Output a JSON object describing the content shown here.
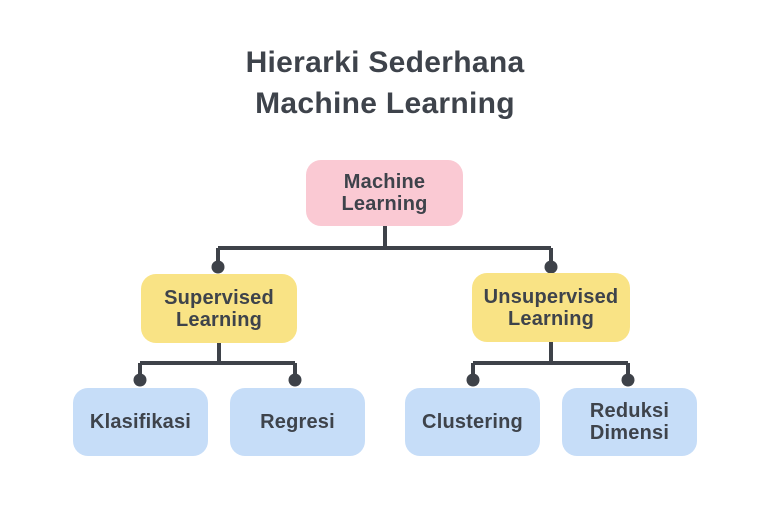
{
  "title": {
    "line1": "Hierarki Sederhana",
    "line2": "Machine Learning"
  },
  "colors": {
    "background": "#FFFFFF",
    "line": "#3E4249",
    "text": "#3E434B",
    "root_fill": "#FAC9D3",
    "branch_fill": "#F9E385",
    "leaf_fill": "#C6DDF8"
  },
  "nodes": {
    "root": {
      "label": "Machine Learning"
    },
    "supervised": {
      "label": "Supervised Learning",
      "parent": "Machine Learning"
    },
    "unsupervised": {
      "label": "Unsupervised Learning",
      "parent": "Machine Learning"
    },
    "klasifikasi": {
      "label": "Klasifikasi",
      "parent": "Supervised Learning"
    },
    "regresi": {
      "label": "Regresi",
      "parent": "Supervised Learning"
    },
    "clustering": {
      "label": "Clustering",
      "parent": "Unsupervised Learning"
    },
    "reduksi_dimensi": {
      "label": "Reduksi Dimensi",
      "parent": "Unsupervised Learning"
    }
  }
}
